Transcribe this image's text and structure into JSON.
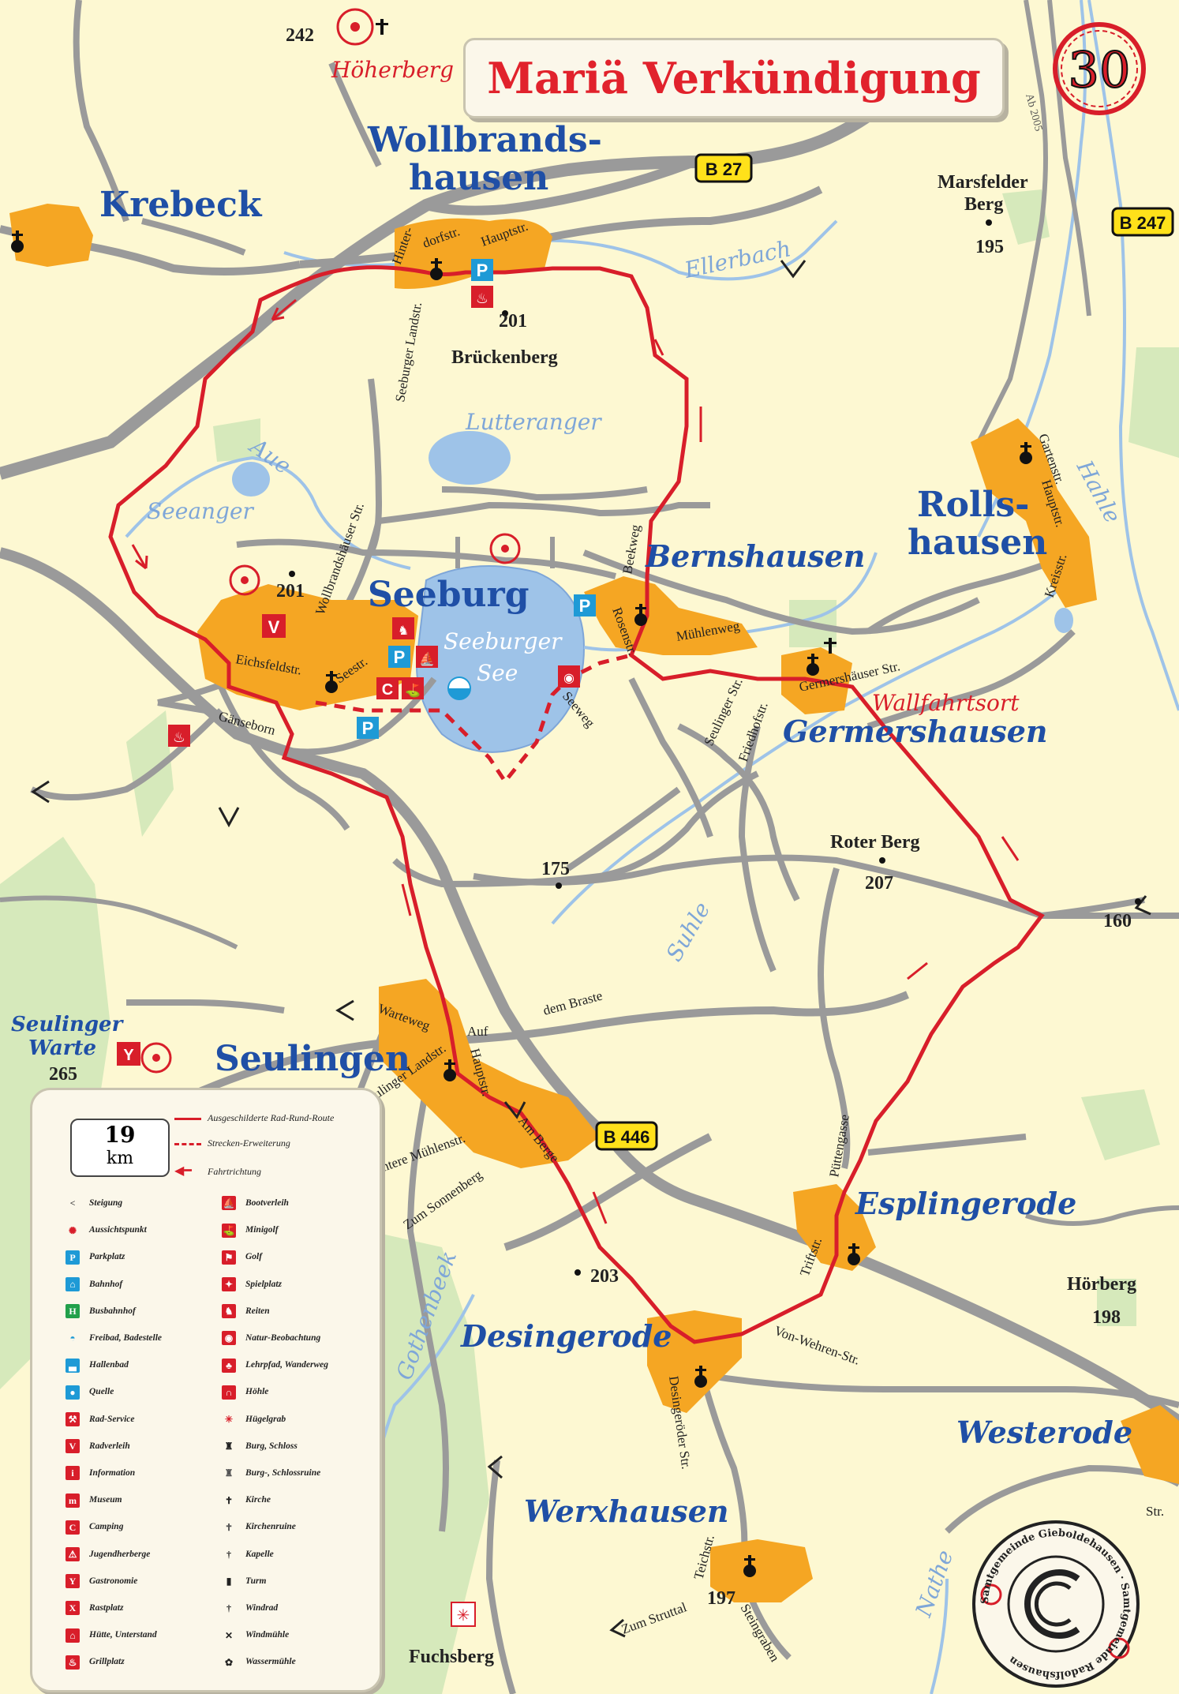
{
  "title": "Mariä Verkündigung",
  "route_number": "30",
  "towns": {
    "krebeck": "Krebeck",
    "wollbrandshausen_1": "Wollbrands-",
    "wollbrandshausen_2": "hausen",
    "seeburg": "Seeburg",
    "bernshausen": "Bernshausen",
    "rollshausen_1": "Rolls-",
    "rollshausen_2": "hausen",
    "germershausen": "Germershausen",
    "seulingen": "Seulingen",
    "esplingerode": "Esplingerode",
    "desingerode": "Desingerode",
    "westerode": "Westerode",
    "werxhausen": "Werxhausen"
  },
  "special_labels": {
    "wallfahrtsort": "Wallfahrtsort",
    "hoeherberg": "Höherberg",
    "seulinger_warte_1": "Seulinger",
    "seulinger_warte_2": "Warte"
  },
  "waters": {
    "ellerbach": "Ellerbach",
    "lutteranger": "Lutteranger",
    "aue": "Aue",
    "seeanger": "Seeanger",
    "seeburger_see_1": "Seeburger",
    "seeburger_see_2": "See",
    "hahle": "Hahle",
    "suhle": "Suhle",
    "gothenbeek": "Gothenbeek",
    "nathe": "Nathe"
  },
  "peaks": {
    "p242": "242",
    "p201_north": "201",
    "brueckenberg": "Brückenberg",
    "p201_west": "201",
    "marsfelder_1": "Marsfelder",
    "marsfelder_2": "Berg",
    "p195": "195",
    "roter_berg": "Roter Berg",
    "p207": "207",
    "p175": "175",
    "p160": "160",
    "p265": "265",
    "p203": "203",
    "hoerberg": "Hörberg",
    "p198": "198",
    "p197": "197",
    "fuchsberg": "Fuchsberg"
  },
  "roads": {
    "b27": "B 27",
    "b247": "B 247",
    "b446": "B 446",
    "ab2005": "Ab 2005"
  },
  "streets": {
    "hinterdorfstr_1": "Hinter-",
    "hinterdorfstr_2": "dorfstr.",
    "hauptstr_w": "Hauptstr.",
    "seeburger_landstr": "Seeburger Landstr.",
    "wollbrandshaeuser_str": "Wollbrandshäuser Str.",
    "eichsfeldstr": "Eichsfeldstr.",
    "seestr": "Seestr.",
    "gaenseborn": "Gänseborn",
    "beekweg": "Beekweg",
    "rosenstr": "Rosenstr.",
    "muehlenweg": "Mühlenweg",
    "seeweg": "Seeweg",
    "seulinger_str": "Seulinger Str.",
    "friedhofstr": "Friedhofstr.",
    "germershaeuser_str": "Germershäuser Str.",
    "gartenstr": "Gartenstr.",
    "hauptstr_r": "Hauptstr.",
    "kreisstr": "Kreisstr.",
    "warteweg": "Warteweg",
    "auf": "Auf",
    "dem_braste": "dem Braste",
    "hauptstr_s": "Hauptstr.",
    "seulinger_landstr": "Seulinger Landstr.",
    "am_berge": "Am Berge",
    "hintere_muehlenstr": "Hintere Mühlenstr.",
    "zum_sonnenberg": "Zum Sonnenberg",
    "puettengasse": "Püttengasse",
    "triftstr": "Triftstr.",
    "von_wehren_str": "Von-Wehren-Str.",
    "desingeroeder_str": "Desingeröder Str.",
    "teichstr": "Teichstr.",
    "steingraben": "Steingraben",
    "zum_struttal": "Zum Struttal",
    "str": "Str."
  },
  "legend": {
    "distance_value": "19",
    "distance_unit": "km",
    "route_keys": [
      {
        "label": "Ausgeschilderte Rad-Rund-Route",
        "style": "solid"
      },
      {
        "label": "Strecken-Erweiterung",
        "style": "dashed"
      },
      {
        "label": "Fahrtrichtung",
        "style": "arrow"
      }
    ],
    "col1": [
      {
        "label": "Steigung",
        "icon": "steigung-arrow-icon",
        "glyph": "<",
        "bg": "none",
        "fg": "#333"
      },
      {
        "label": "Aussichtspunkt",
        "icon": "viewpoint-icon",
        "glyph": "✺",
        "bg": "none",
        "fg": "#d81e2a"
      },
      {
        "label": "Parkplatz",
        "icon": "parking-icon",
        "glyph": "P",
        "bg": "#1e9ad6",
        "fg": "#fff"
      },
      {
        "label": "Bahnhof",
        "icon": "train-station-icon",
        "glyph": "⌂",
        "bg": "#1e9ad6",
        "fg": "#fff"
      },
      {
        "label": "Busbahnhof",
        "icon": "bus-station-icon",
        "glyph": "H",
        "bg": "#21a04a",
        "fg": "#fff"
      },
      {
        "label": "Freibad, Badestelle",
        "icon": "outdoor-pool-icon",
        "glyph": "◓",
        "bg": "none",
        "fg": "#1e9ad6"
      },
      {
        "label": "Hallenbad",
        "icon": "indoor-pool-icon",
        "glyph": "▃",
        "bg": "#1e9ad6",
        "fg": "#fff"
      },
      {
        "label": "Quelle",
        "icon": "spring-icon",
        "glyph": "●",
        "bg": "#1e9ad6",
        "fg": "#fff"
      },
      {
        "label": "Rad-Service",
        "icon": "bike-service-icon",
        "glyph": "⚒",
        "bg": "#d81e2a",
        "fg": "#fff"
      },
      {
        "label": "Radverleih",
        "icon": "bike-rental-icon",
        "glyph": "V",
        "bg": "#d81e2a",
        "fg": "#fff"
      },
      {
        "label": "Information",
        "icon": "information-icon",
        "glyph": "i",
        "bg": "#d81e2a",
        "fg": "#fff"
      },
      {
        "label": "Museum",
        "icon": "museum-icon",
        "glyph": "m",
        "bg": "#d81e2a",
        "fg": "#fff"
      },
      {
        "label": "Camping",
        "icon": "camping-icon",
        "glyph": "C",
        "bg": "#d81e2a",
        "fg": "#fff"
      },
      {
        "label": "Jugendherberge",
        "icon": "youth-hostel-icon",
        "glyph": "⚠",
        "bg": "#d81e2a",
        "fg": "#fff"
      },
      {
        "label": "Gastronomie",
        "icon": "restaurant-icon",
        "glyph": "Y",
        "bg": "#d81e2a",
        "fg": "#fff"
      },
      {
        "label": "Rastplatz",
        "icon": "rest-area-icon",
        "glyph": "X",
        "bg": "#d81e2a",
        "fg": "#fff"
      },
      {
        "label": "Hütte, Unterstand",
        "icon": "shelter-icon",
        "glyph": "⌂",
        "bg": "#d81e2a",
        "fg": "#fff"
      },
      {
        "label": "Grillplatz",
        "icon": "barbecue-icon",
        "glyph": "♨",
        "bg": "#d81e2a",
        "fg": "#fff"
      }
    ],
    "col2": [
      {
        "label": "Bootverleih",
        "icon": "boat-rental-icon",
        "glyph": "⛵",
        "bg": "#d81e2a",
        "fg": "#fff"
      },
      {
        "label": "Minigolf",
        "icon": "minigolf-icon",
        "glyph": "⛳",
        "bg": "#d81e2a",
        "fg": "#fff"
      },
      {
        "label": "Golf",
        "icon": "golf-icon",
        "glyph": "⚑",
        "bg": "#d81e2a",
        "fg": "#fff"
      },
      {
        "label": "Spielplatz",
        "icon": "playground-icon",
        "glyph": "✦",
        "bg": "#d81e2a",
        "fg": "#fff"
      },
      {
        "label": "Reiten",
        "icon": "horse-riding-icon",
        "glyph": "♞",
        "bg": "#d81e2a",
        "fg": "#fff"
      },
      {
        "label": "Natur-Beobachtung",
        "icon": "nature-watching-icon",
        "glyph": "◉",
        "bg": "#d81e2a",
        "fg": "#fff"
      },
      {
        "label": "Lehrpfad, Wanderweg",
        "icon": "trail-icon",
        "glyph": "♣",
        "bg": "#d81e2a",
        "fg": "#fff"
      },
      {
        "label": "Höhle",
        "icon": "cave-icon",
        "glyph": "∩",
        "bg": "#d81e2a",
        "fg": "#fff"
      },
      {
        "label": "Hügelgrab",
        "icon": "barrow-icon",
        "glyph": "✳",
        "bg": "none",
        "fg": "#d81e2a"
      },
      {
        "label": "Burg, Schloss",
        "icon": "castle-icon",
        "glyph": "♜",
        "bg": "none",
        "fg": "#222"
      },
      {
        "label": "Burg-, Schlossruine",
        "icon": "castle-ruin-icon",
        "glyph": "♜",
        "bg": "none",
        "fg": "#555"
      },
      {
        "label": "Kirche",
        "icon": "church-icon",
        "glyph": "✝",
        "bg": "none",
        "fg": "#222"
      },
      {
        "label": "Kirchenruine",
        "icon": "church-ruin-icon",
        "glyph": "✝",
        "bg": "none",
        "fg": "#555"
      },
      {
        "label": "Kapelle",
        "icon": "chapel-icon",
        "glyph": "†",
        "bg": "none",
        "fg": "#222"
      },
      {
        "label": "Turm",
        "icon": "tower-icon",
        "glyph": "▮",
        "bg": "none",
        "fg": "#222"
      },
      {
        "label": "Windrad",
        "icon": "wind-turbine-icon",
        "glyph": "†",
        "bg": "none",
        "fg": "#222"
      },
      {
        "label": "Windmühle",
        "icon": "windmill-icon",
        "glyph": "✕",
        "bg": "none",
        "fg": "#222"
      },
      {
        "label": "Wassermühle",
        "icon": "watermill-icon",
        "glyph": "✿",
        "bg": "none",
        "fg": "#222"
      }
    ]
  },
  "seal": {
    "text": "Samtgemeinde Gieboldehausen · Samtgemeinde Radolfshausen"
  },
  "colors": {
    "background": "#fdf8d2",
    "route": "#d81e2a",
    "settlement": "#f5a623",
    "water": "#9ec3e8",
    "road": "#9a9a9a",
    "forest": "#d6e9bb",
    "town_label": "#1f4fa6"
  }
}
